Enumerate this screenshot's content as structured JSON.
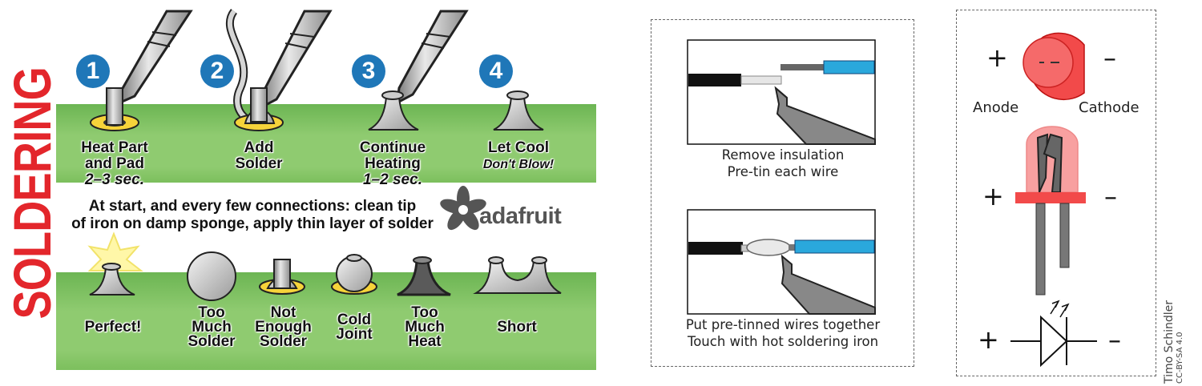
{
  "infographic": {
    "side_title": "SOLDERING",
    "steps": [
      {
        "number": "1",
        "line1": "Heat Part",
        "line2": "and Pad",
        "note": "2–3 sec."
      },
      {
        "number": "2",
        "line1": "Add",
        "line2": "Solder",
        "note": ""
      },
      {
        "number": "3",
        "line1": "Continue",
        "line2": "Heating",
        "note": "1–2 sec."
      },
      {
        "number": "4",
        "line1": "Let Cool",
        "line2": "",
        "note": "Don't Blow!"
      }
    ],
    "tip_line1": "At start, and every few connections: clean tip",
    "tip_line2": "of iron on damp sponge, apply thin layer of solder",
    "logo_text": "adafruit",
    "defects": [
      {
        "line1": "Perfect!",
        "line2": "",
        "line3": ""
      },
      {
        "line1": "Too",
        "line2": "Much",
        "line3": "Solder"
      },
      {
        "line1": "Not",
        "line2": "Enough",
        "line3": "Solder"
      },
      {
        "line1": "Cold",
        "line2": "Joint",
        "line3": ""
      },
      {
        "line1": "Too",
        "line2": "Much",
        "line3": "Heat"
      },
      {
        "line1": "Short",
        "line2": "",
        "line3": ""
      }
    ]
  },
  "wire_panel": {
    "caption1_line1": "Remove insulation",
    "caption1_line2": "Pre-tin each wire",
    "caption2_line1": "Put pre-tinned wires together",
    "caption2_line2": "Touch with hot soldering iron"
  },
  "led_panel": {
    "anode_label": "Anode",
    "cathode_label": "Cathode",
    "plus": "+",
    "minus": "–"
  },
  "credit": {
    "author": "Timo Schindler",
    "license": "CC-BY-SA 4.0"
  },
  "colors": {
    "title_red": "#e3262b",
    "pcb_green": "#8fcb70",
    "number_blue": "#1f77b8",
    "wire_blue": "#2aa8dc",
    "led_red": "#f24a4a"
  }
}
